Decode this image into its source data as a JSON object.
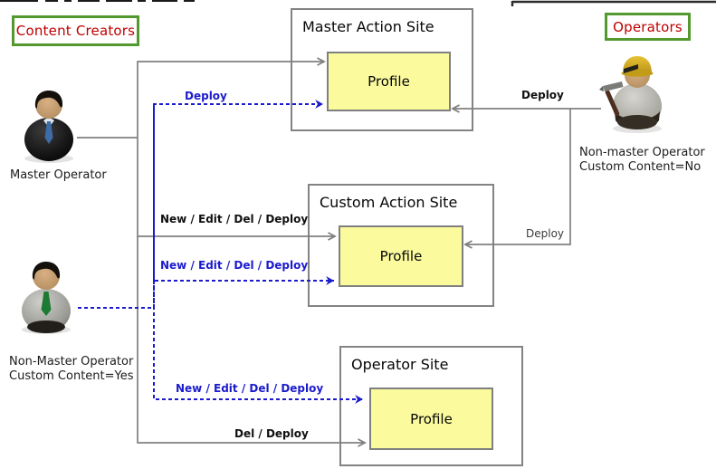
{
  "badges": {
    "content_creators": "Content Creators",
    "operators": "Operators"
  },
  "sites": {
    "master": {
      "title": "Master Action Site",
      "profile_label": "Profile"
    },
    "custom": {
      "title": "Custom Action Site",
      "profile_label": "Profile"
    },
    "operator": {
      "title": "Operator Site",
      "profile_label": "Profile"
    }
  },
  "actors": {
    "master_operator": {
      "label": "Master Operator",
      "icon": "business-person-icon"
    },
    "custom_creator": {
      "label_line1": "Non-Master Operator",
      "label_line2": "Custom Content=Yes",
      "icon": "office-person-icon"
    },
    "site_operator": {
      "label_line1": "Non-master Operator",
      "label_line2": "Custom Content=No",
      "icon": "construction-worker-icon"
    }
  },
  "arrows": {
    "deploy_dashed_master": "Deploy",
    "solid_custom": "New / Edit / Del / Deploy",
    "dashed_custom": "New / Edit / Del / Deploy",
    "dashed_operator": "New / Edit / Del / Deploy",
    "solid_operator": "Del / Deploy",
    "deploy_right_master": "Deploy",
    "deploy_right_custom": "Deploy"
  },
  "colors": {
    "badge_border_green": "#54992F",
    "badge_text_red": "#C00000",
    "profile_fill_yellow": "#FBFB9E",
    "line_gray": "#808080",
    "dashed_blue": "#1B1BCE"
  }
}
